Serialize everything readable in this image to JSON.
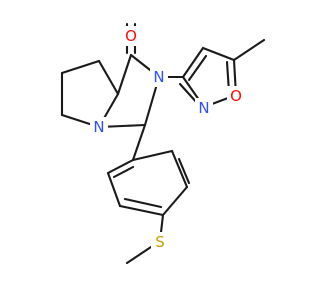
{
  "molecule": {
    "atoms": [
      {
        "label": "O",
        "color": "#ff0d0d"
      },
      {
        "label": "N",
        "color": "#3050f8"
      },
      {
        "label": "N",
        "color": "#3050f8"
      },
      {
        "label": "N",
        "color": "#3050f8"
      },
      {
        "label": "O",
        "color": "#ff0d0d"
      },
      {
        "label": "S",
        "color": "#c8a000"
      }
    ],
    "bond_color": "#1a1a1a",
    "background": "#ffffff"
  }
}
